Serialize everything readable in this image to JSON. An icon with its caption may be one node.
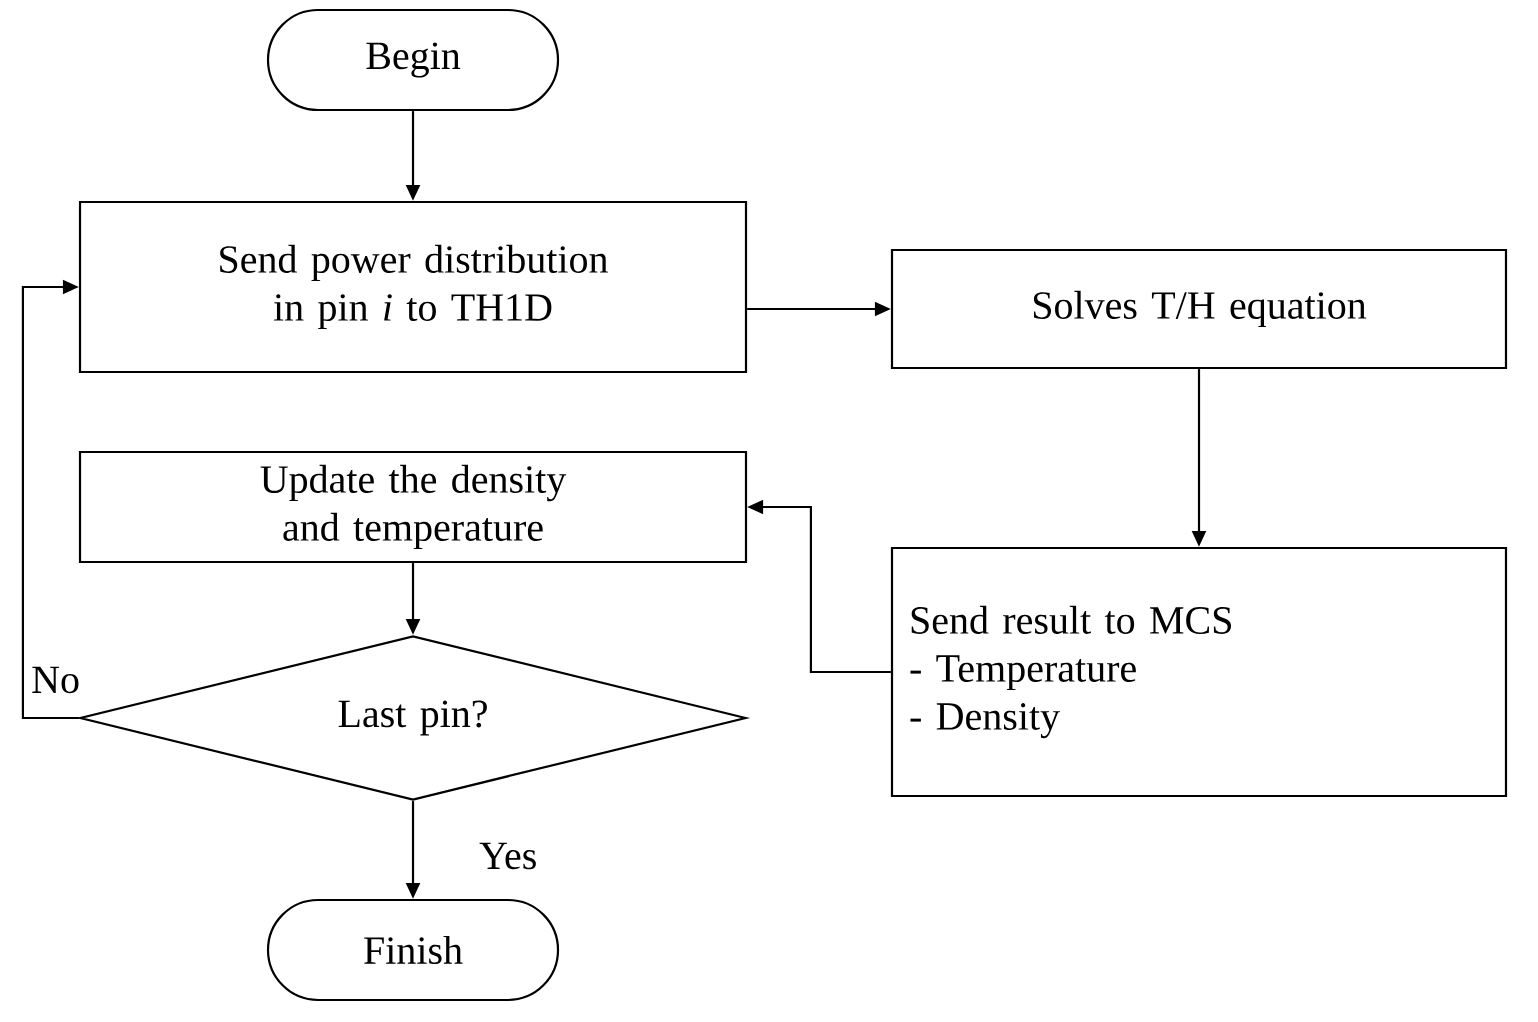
{
  "diagram": {
    "nodes": [
      {
        "text": [
          "Begin"
        ]
      },
      {
        "text": [
          "Send power distribution in pin *i* to TH1D"
        ]
      },
      {
        "text": [
          "Solves T/H equation"
        ]
      },
      {
        "text": [
          "Send result to MCS",
          "- Temperature",
          "- Density"
        ]
      },
      {
        "text": [
          "Update the density and temperature"
        ]
      },
      {
        "text": [
          "Last pin?"
        ]
      },
      {
        "text": [
          "Finish"
        ]
      }
    ],
    "edges": [
      {
        "from": 0,
        "to": 1,
        "arrow": "to"
      },
      {
        "from": 1,
        "to": 2,
        "arrow": "to"
      },
      {
        "from": 2,
        "to": 3,
        "arrow": "to"
      },
      {
        "from": 3,
        "to": 4,
        "arrow": "to"
      },
      {
        "from": 4,
        "to": 5,
        "arrow": "to"
      },
      {
        "from": 5,
        "to": 6,
        "arrow": "to",
        "label": "Yes"
      },
      {
        "from": 5,
        "to": 1,
        "arrow": "to",
        "label": "No"
      }
    ]
  }
}
